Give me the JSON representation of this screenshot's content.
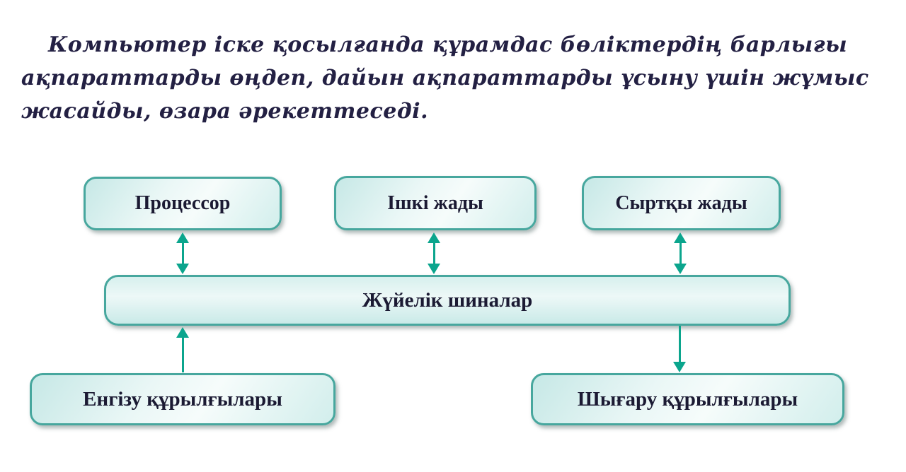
{
  "intro": {
    "lines": [
      "Компьютер іске қосылғанда құрамдас бөліктердің барлығы",
      "ақпараттарды өңдеп, дайын ақпараттарды ұсыну үшін жұмыс",
      "жасайды, өзара әрекеттеседі."
    ]
  },
  "diagram": {
    "type": "block-diagram",
    "nodes": {
      "processor": "Процессор",
      "internal_memory": "Ішкі жады",
      "external_memory": "Сыртқы жады",
      "system_bus": "Жүйелік шиналар",
      "input_devices": "Енгізу құрылғылары",
      "output_devices": "Шығару құрылғылары"
    },
    "edges": [
      {
        "from": "processor",
        "to": "system_bus",
        "direction": "bidirectional"
      },
      {
        "from": "internal_memory",
        "to": "system_bus",
        "direction": "bidirectional"
      },
      {
        "from": "external_memory",
        "to": "system_bus",
        "direction": "bidirectional"
      },
      {
        "from": "input_devices",
        "to": "system_bus",
        "direction": "one-way-up"
      },
      {
        "from": "system_bus",
        "to": "output_devices",
        "direction": "one-way-down"
      }
    ],
    "colors": {
      "box_border": "#47a79e",
      "box_fill_dark": "#c6e8e6",
      "box_fill_light": "#f6fcfb",
      "arrow": "#0ba58d",
      "node_text": "#1b1a33",
      "intro_text": "#232043",
      "background": "#ffffff"
    }
  }
}
